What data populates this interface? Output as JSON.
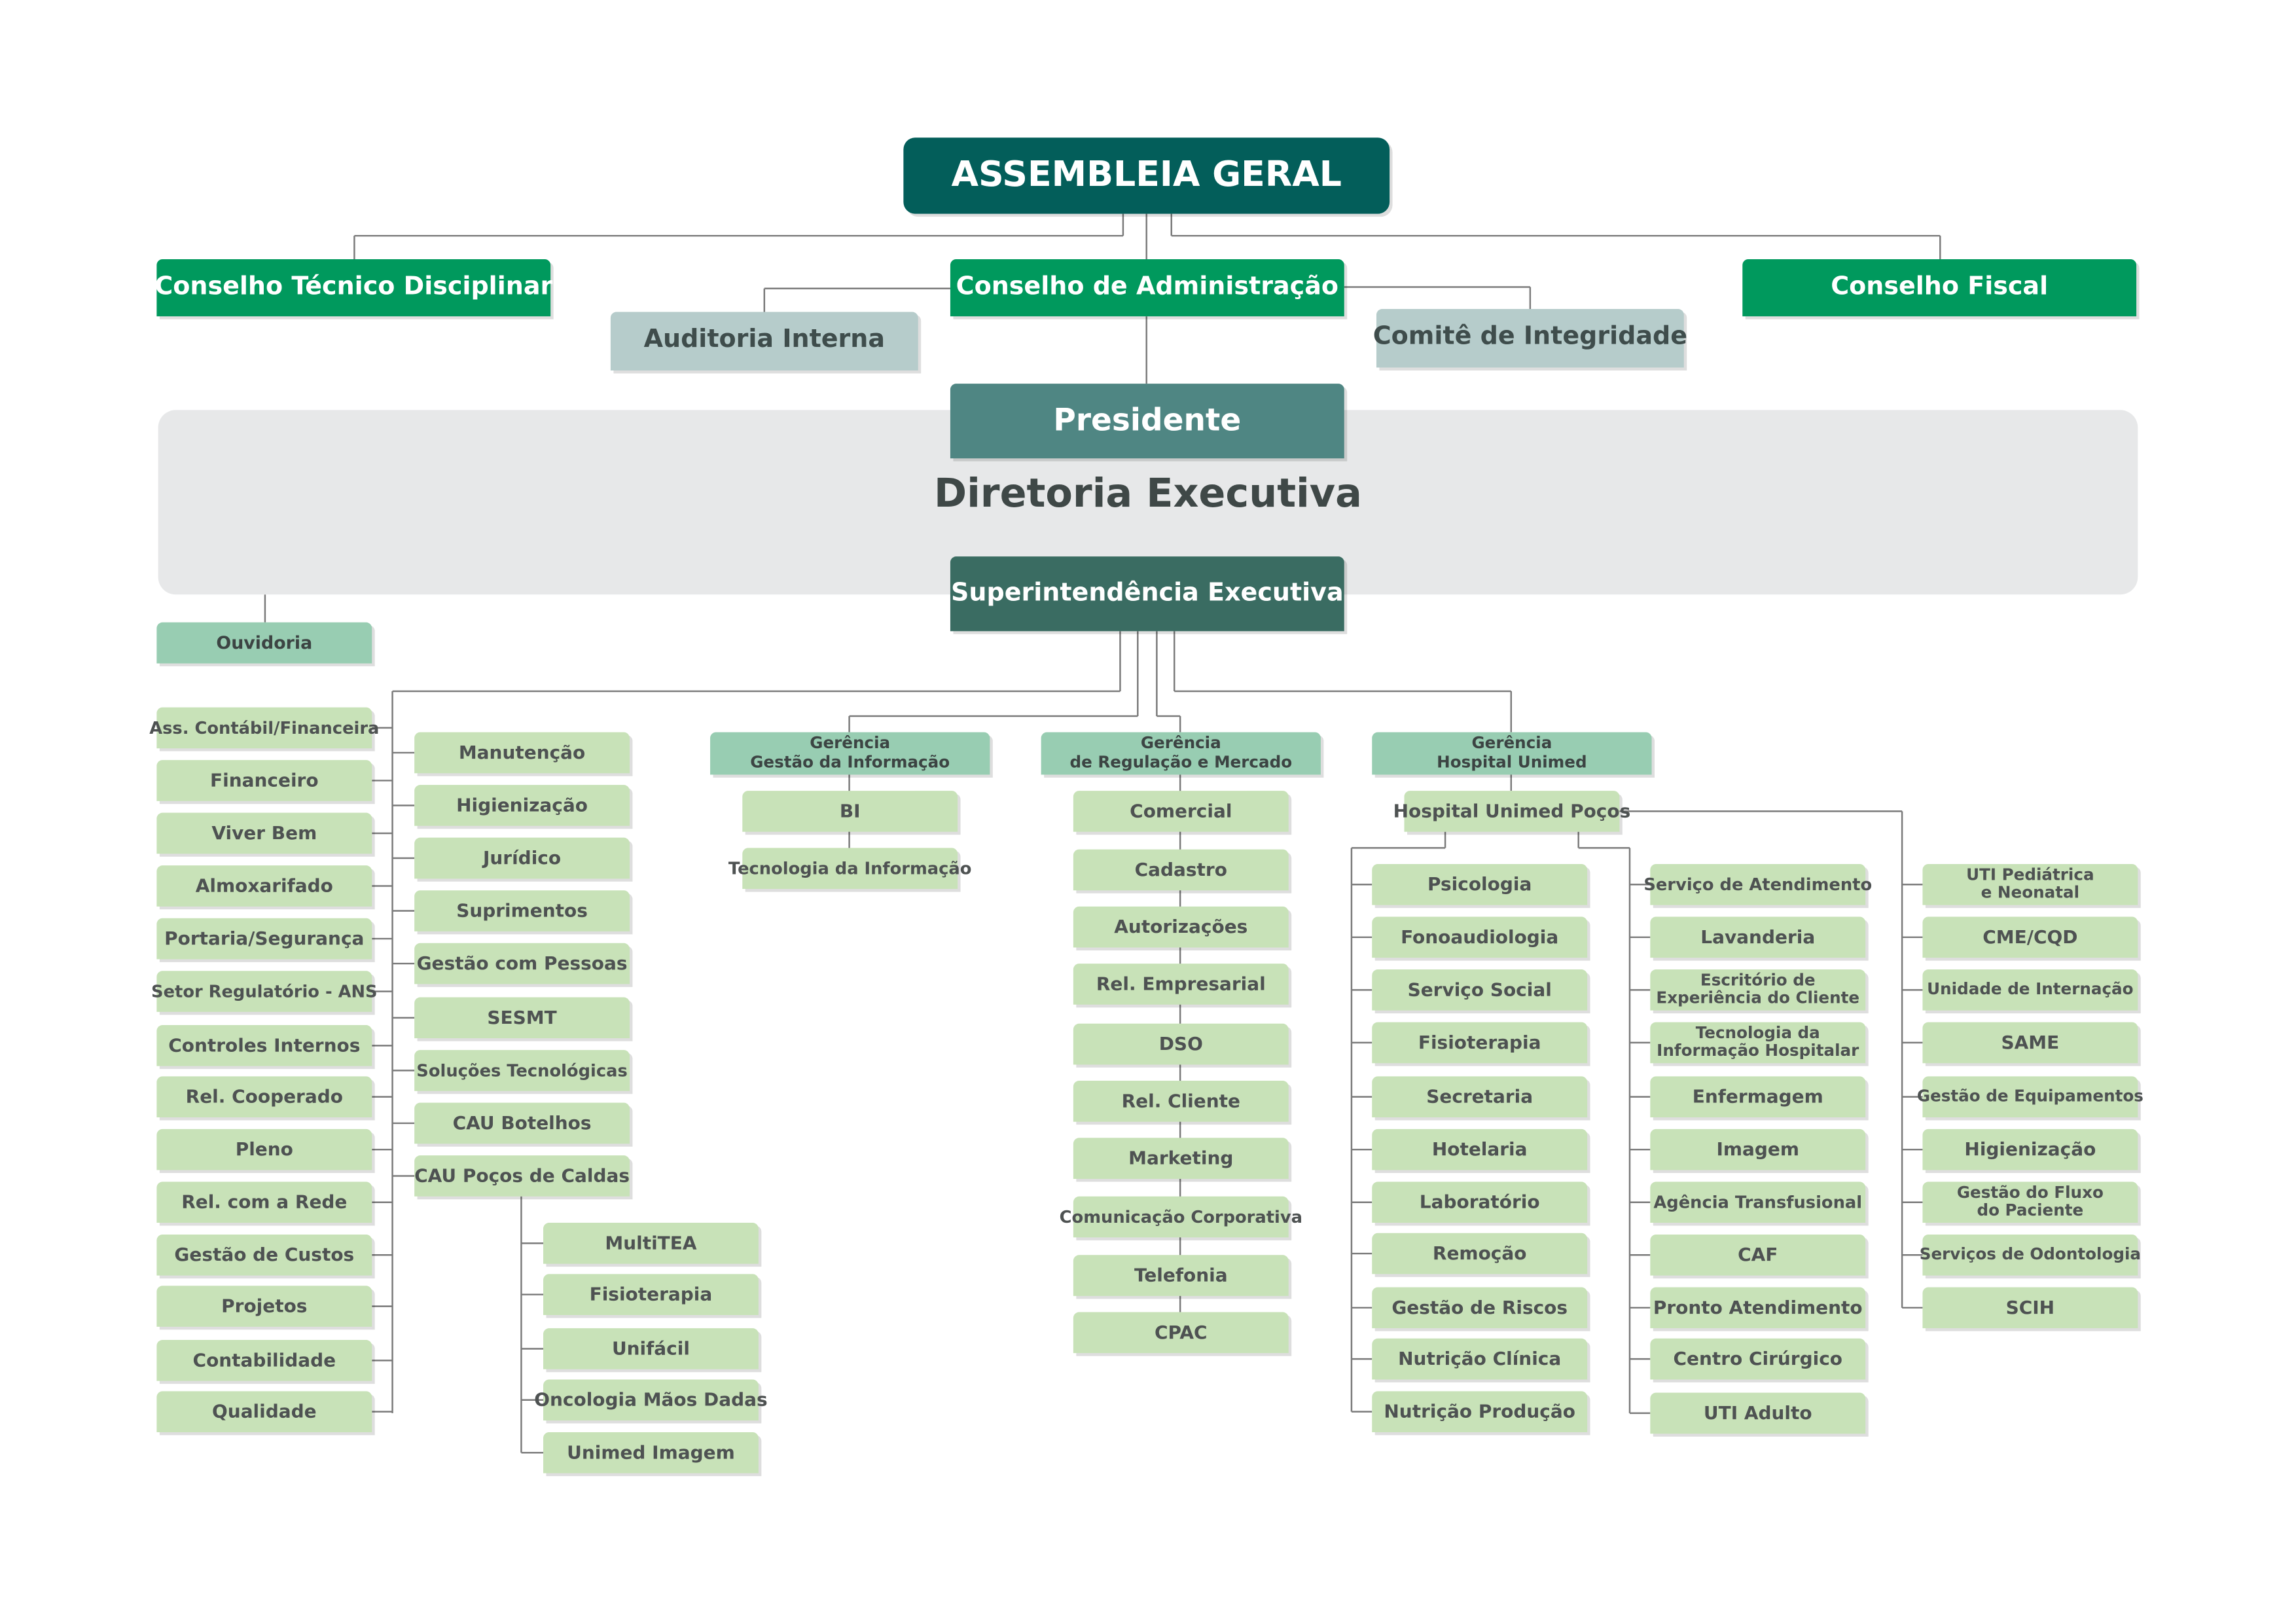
{
  "top": {
    "assembleia": "ASSEMBLEIA GERAL",
    "conselho_tecnico": "Conselho Técnico Disciplinar",
    "conselho_admin": "Conselho de Administração",
    "conselho_fiscal": "Conselho Fiscal",
    "auditoria": "Auditoria Interna",
    "comite": "Comitê de Integridade",
    "presidente": "Presidente",
    "diretoria": "Diretoria Executiva",
    "superintendencia": "Superintendência Executiva",
    "ouvidoria": "Ouvidoria"
  },
  "col1": [
    "Ass. Contábil/Financeira",
    "Financeiro",
    "Viver Bem",
    "Almoxarifado",
    "Portaria/Segurança",
    "Setor Regulatório - ANS",
    "Controles Internos",
    "Rel. Cooperado",
    "Pleno",
    "Rel. com a Rede",
    "Gestão de Custos",
    "Projetos",
    "Contabilidade",
    "Qualidade"
  ],
  "col2": [
    "Manutenção",
    "Higienização",
    "Jurídico",
    "Suprimentos",
    "Gestão com Pessoas",
    "SESMT",
    "Soluções Tecnológicas",
    "CAU Botelhos",
    "CAU Poços de Caldas"
  ],
  "cau_sub": [
    "MultiTEA",
    "Fisioterapia",
    "Unifácil",
    "Oncologia Mãos Dadas",
    "Unimed Imagem"
  ],
  "ger_info": {
    "line1": "Gerência",
    "line2": "Gestão da Informação",
    "items": [
      "BI",
      "Tecnologia da Informação"
    ]
  },
  "ger_reg": {
    "line1": "Gerência",
    "line2": "de Regulação e Mercado",
    "items": [
      "Comercial",
      "Cadastro",
      "Autorizações",
      "Rel. Empresarial",
      "DSO",
      "Rel. Cliente",
      "Marketing",
      "Comunicação Corporativa",
      "Telefonia",
      "CPAC"
    ]
  },
  "ger_hosp": {
    "line1": "Gerência",
    "line2": "Hospital Unimed",
    "hospital": "Hospital Unimed Poços"
  },
  "hosp_c1": [
    "Psicologia",
    "Fonoaudiologia",
    "Serviço Social",
    "Fisioterapia",
    "Secretaria",
    "Hotelaria",
    "Laboratório",
    "Remoção",
    "Gestão de Riscos",
    "Nutrição Clínica",
    "Nutrição Produção"
  ],
  "hosp_c2": [
    {
      "l1": "Serviço de Atendimento"
    },
    {
      "l1": "Lavanderia"
    },
    {
      "l1": "Escritório de",
      "l2": "Experiência do Cliente"
    },
    {
      "l1": "Tecnologia da",
      "l2": "Informação Hospitalar"
    },
    {
      "l1": "Enfermagem"
    },
    {
      "l1": "Imagem"
    },
    {
      "l1": "Agência Transfusional"
    },
    {
      "l1": "CAF"
    },
    {
      "l1": "Pronto Atendimento"
    },
    {
      "l1": "Centro Cirúrgico"
    },
    {
      "l1": "UTI Adulto"
    }
  ],
  "hosp_c3": [
    {
      "l1": "UTI Pediátrica",
      "l2": "e Neonatal"
    },
    {
      "l1": "CME/CQD"
    },
    {
      "l1": "Unidade de Internação"
    },
    {
      "l1": "SAME"
    },
    {
      "l1": "Gestão de Equipamentos"
    },
    {
      "l1": "Higienização"
    },
    {
      "l1": "Gestão do Fluxo",
      "l2": "do Paciente"
    },
    {
      "l1": "Serviços de Odontologia"
    },
    {
      "l1": "SCIH"
    }
  ]
}
